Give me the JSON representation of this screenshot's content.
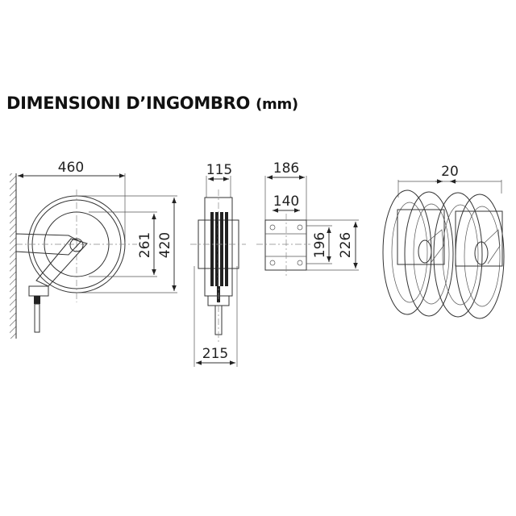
{
  "title": {
    "main": "DIMENSIONI D’INGOMBRO",
    "unit": "(mm)"
  },
  "side_view": {
    "width": "460",
    "inner_diameter": "261",
    "outer_diameter": "420"
  },
  "front_view": {
    "depth_reel": "115",
    "depth_total": "215"
  },
  "bracket_view": {
    "width_outer": "186",
    "width_holes": "140",
    "height_holes": "196",
    "height_outer": "226"
  },
  "multi_view": {
    "spacing": "20"
  }
}
